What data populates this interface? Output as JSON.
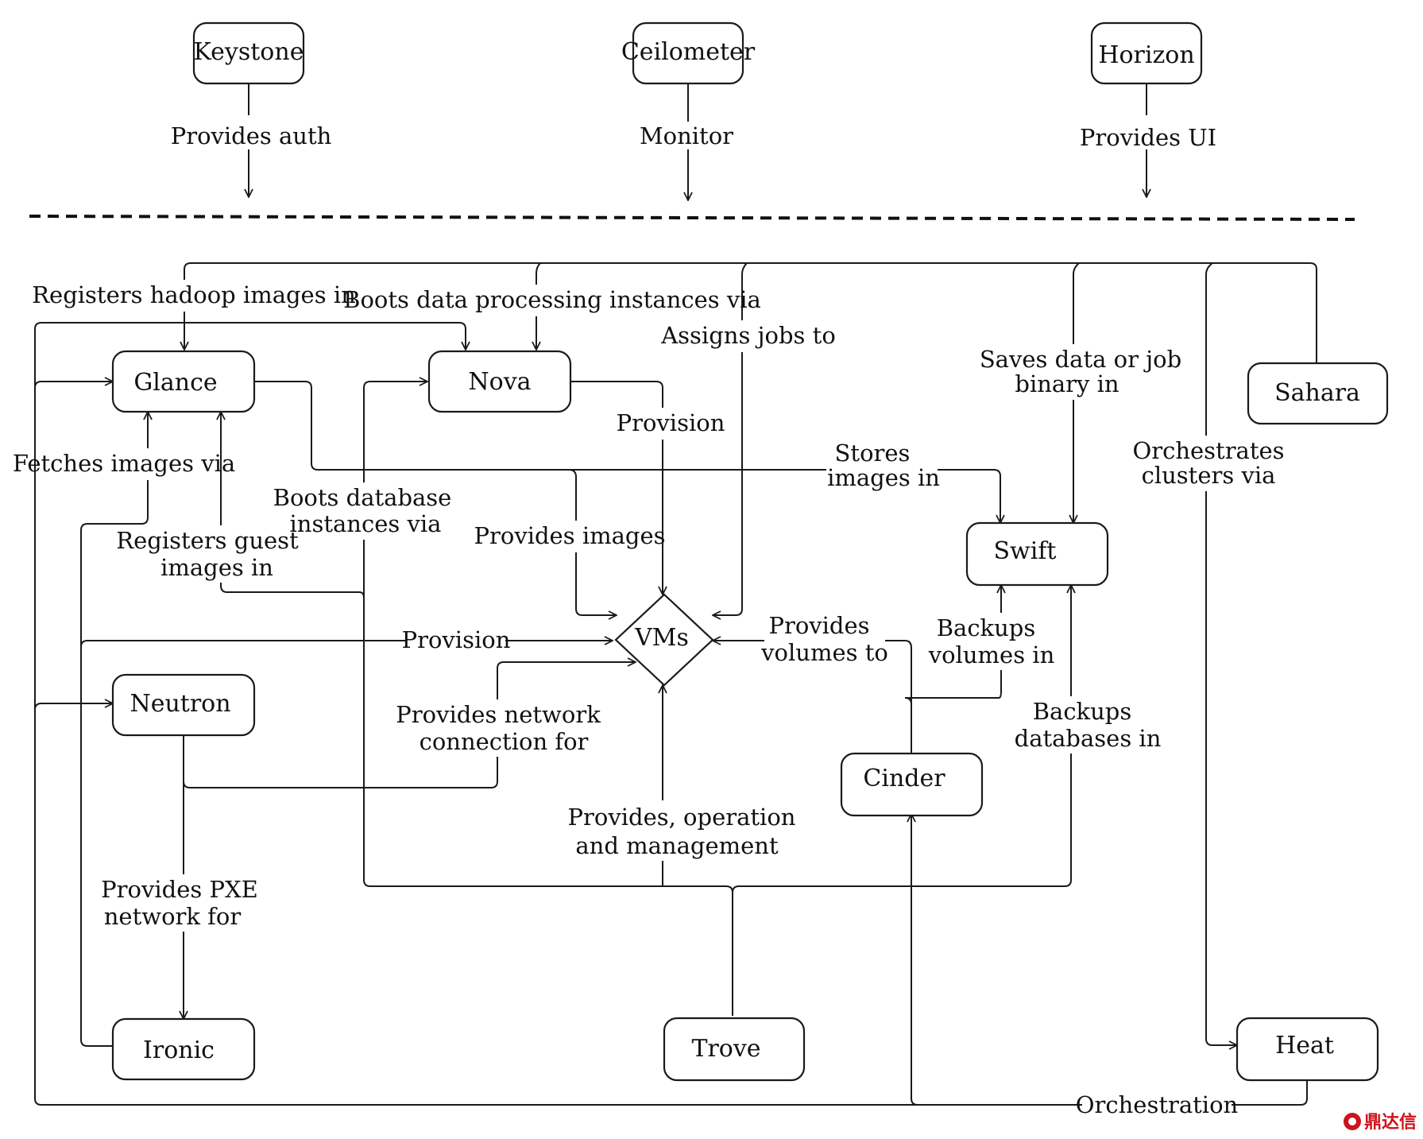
{
  "top_services": [
    {
      "id": "keystone",
      "label": "Keystone",
      "relation": "Provides auth"
    },
    {
      "id": "ceilometer",
      "label": "Ceilometer",
      "relation": "Monitor"
    },
    {
      "id": "horizon",
      "label": "Horizon",
      "relation": "Provides UI"
    }
  ],
  "nodes": {
    "glance": "Glance",
    "nova": "Nova",
    "sahara": "Sahara",
    "swift": "Swift",
    "vms": "VMs",
    "neutron": "Neutron",
    "cinder": "Cinder",
    "ironic": "Ironic",
    "trove": "Trove",
    "heat": "Heat"
  },
  "edge_labels": {
    "registers_hadoop": "Registers hadoop images in",
    "boots_data_processing": "Boots data processing instances via",
    "assigns_jobs": "Assigns jobs to",
    "saves_data": [
      "Saves data or job",
      "binary in"
    ],
    "orchestrates_clusters": [
      "Orchestrates",
      "clusters via"
    ],
    "provision_nova": "Provision",
    "stores_images": [
      "Stores",
      "images in"
    ],
    "fetches_images": "Fetches images via",
    "boots_database": [
      "Boots database",
      "instances via"
    ],
    "registers_guest": [
      "Registers guest",
      "images in"
    ],
    "provides_images": "Provides images",
    "provision_ironic": "Provision",
    "provides_volumes": [
      "Provides",
      "volumes to"
    ],
    "backups_volumes": [
      "Backups",
      "volumes in"
    ],
    "provides_network": [
      "Provides network",
      "connection for"
    ],
    "backups_databases": [
      "Backups",
      "databases in"
    ],
    "provides_operation": [
      "Provides, operation",
      "and management"
    ],
    "provides_pxe": [
      "Provides PXE",
      "network for"
    ],
    "orchestration": "Orchestration"
  },
  "watermark": "鼎达信"
}
